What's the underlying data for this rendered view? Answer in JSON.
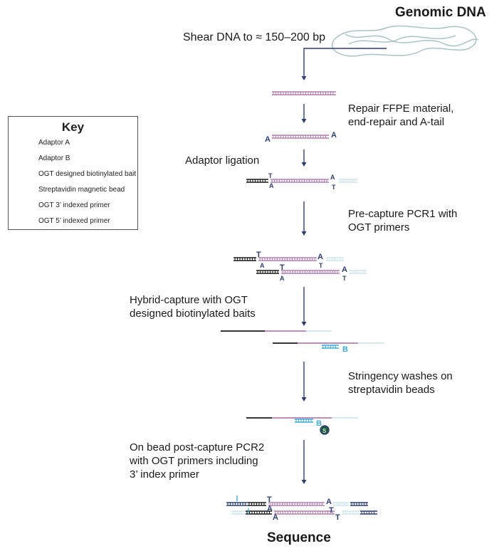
{
  "title_top": "Genomic DNA",
  "title_bottom": "Sequence",
  "steps": {
    "shear": "Shear DNA to ≈ 150–200 bp",
    "repair": "Repair FFPE material,\nend-repair and A-tail",
    "ligation": "Adaptor ligation",
    "precapture": "Pre-capture PCR1 with\nOGT primers",
    "hybrid": "Hybrid-capture with OGT\ndesigned biotinylated baits",
    "washes": "Stringency washes on\nstreptavidin beads",
    "postcapture": "On bead post-capture PCR2\nwith OGT primers including\n3’ index primer"
  },
  "key": {
    "title": "Key",
    "items": [
      {
        "label": "Adaptor A",
        "icon": "adaptor-a-icon"
      },
      {
        "label": "Adaptor B",
        "icon": "adaptor-b-icon"
      },
      {
        "label": "OGT designed biotinylated bait",
        "icon": "bait-icon"
      },
      {
        "label": "Streptavidin magnetic bead",
        "icon": "bead-icon"
      },
      {
        "label": "OGT 3’ indexed primer",
        "icon": "primer-3-icon"
      },
      {
        "label": "OGT 5’ indexed primer",
        "icon": "primer-5-icon"
      }
    ]
  },
  "letters": {
    "a": "A",
    "t": "T",
    "b": "B",
    "s": "S"
  },
  "colors": {
    "insert": "#b07fb0",
    "adaptor_a": "#1a1a1a",
    "adaptor_b": "#cfe6ec",
    "bait": "#3aaed8",
    "primer": "#2c3e78",
    "arrow": "#2c3e78",
    "bead": "#1f5a3a",
    "dna_tangle": "#a9c4c4"
  }
}
